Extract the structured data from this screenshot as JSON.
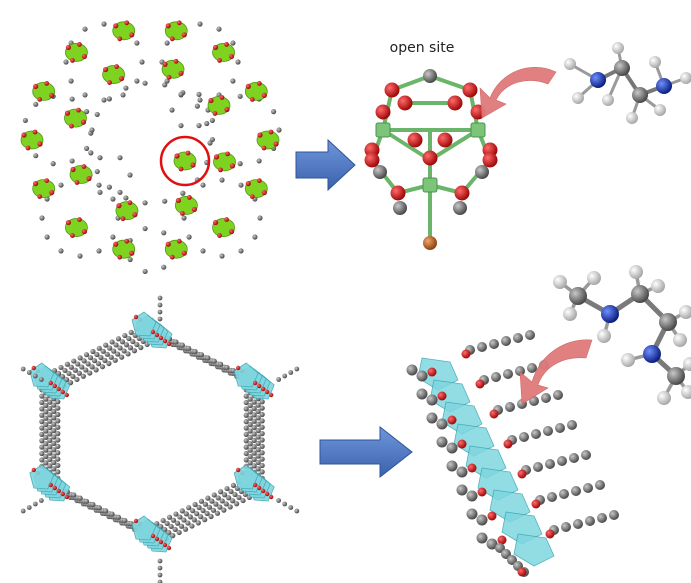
{
  "labels": {
    "open_site": "open site"
  },
  "colors": {
    "carbon": "#6b6b6b",
    "oxygen": "#d0151a",
    "metal_cluster": "#7ed321",
    "copper": "#7cc47a",
    "bromine": "#c8702b",
    "nitrogen": "#1f3fb0",
    "hydrogen": "#e6e6e6",
    "polyhedra": "#7fd6df",
    "arrow_blue": "#4472c4",
    "arrow_pink": "#e07777",
    "highlight_ring": "#e01010"
  },
  "panels": [
    {
      "name": "top",
      "framework": "mof-cage-framework",
      "zoom": "cu-paddlewheel-open-site",
      "guest": "ethylenediamine"
    },
    {
      "name": "bottom",
      "framework": "mof-74-hexagonal-channel",
      "zoom": "metal-oxide-chain",
      "guest": "dimethyl-ethylenediamine"
    }
  ]
}
